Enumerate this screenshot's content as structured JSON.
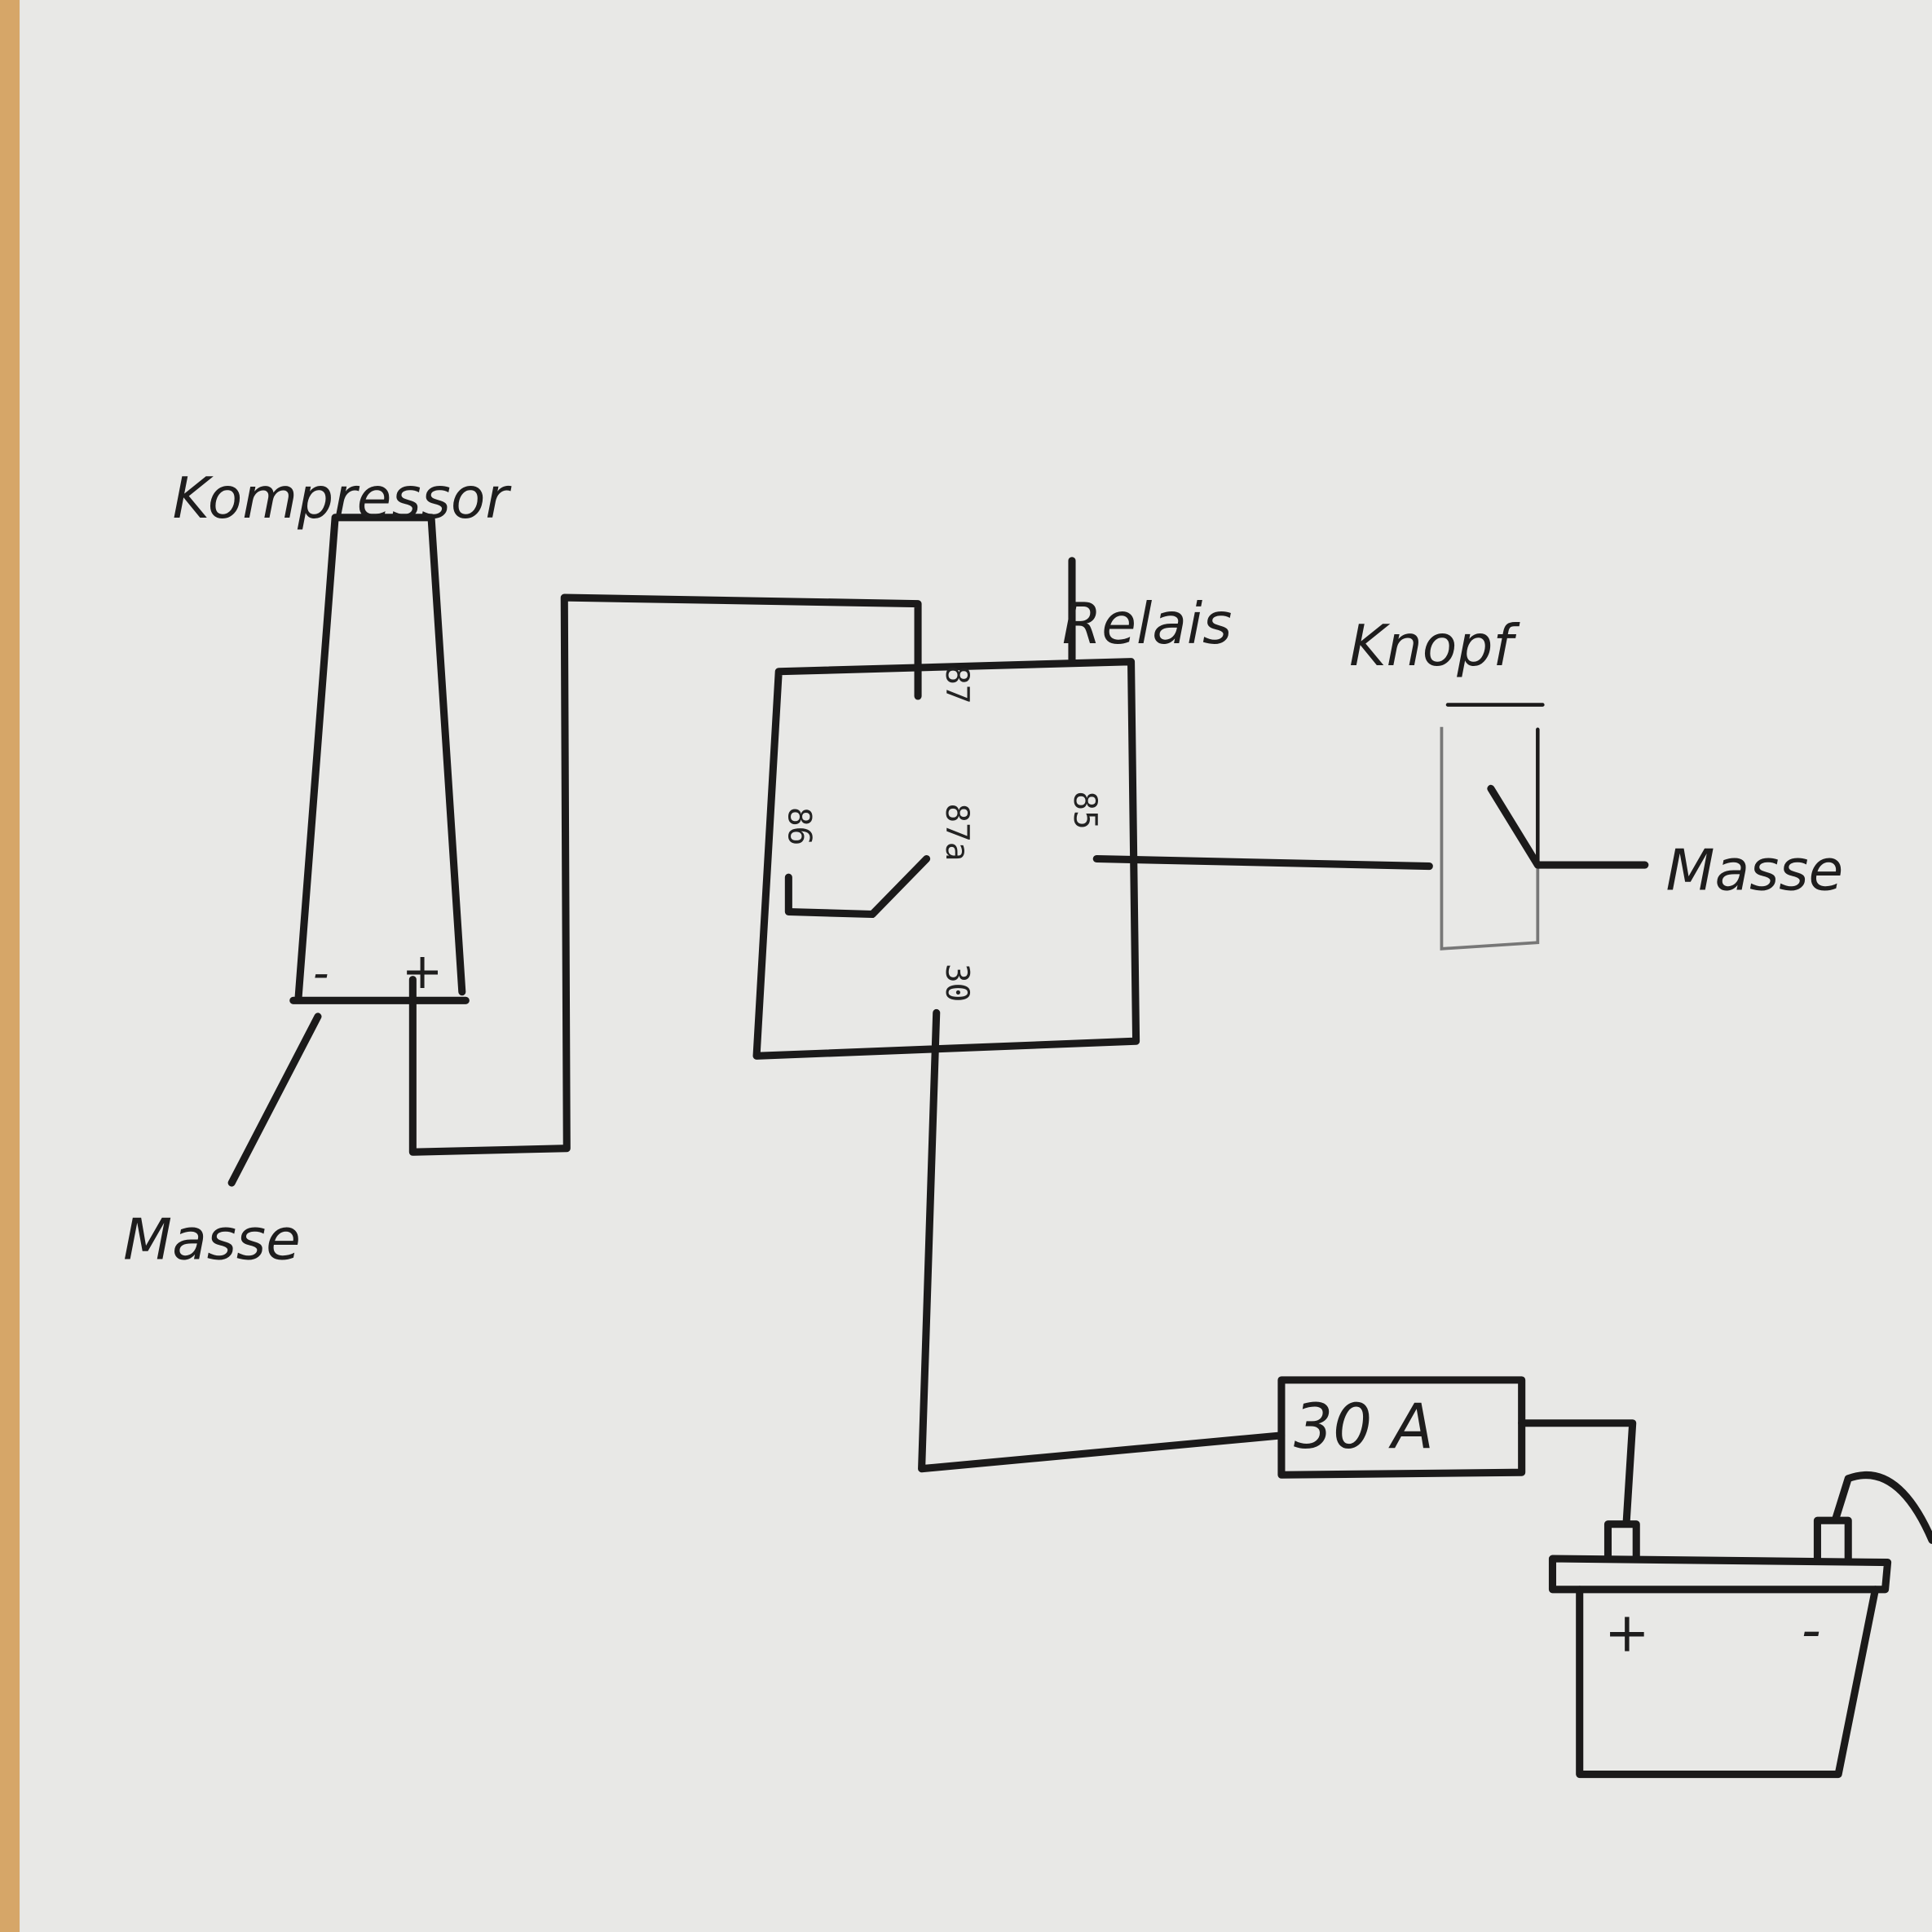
{
  "diagram": {
    "compressor": {
      "label": "Kompressor",
      "minus": "-",
      "plus": "+"
    },
    "ground_left": {
      "label": "Masse"
    },
    "relay": {
      "label": "Relais",
      "pins": {
        "p87": "87",
        "p86": "86",
        "p87a": "87a",
        "p85": "85",
        "p30": "30"
      }
    },
    "button": {
      "label": "Knopf"
    },
    "ground_right": {
      "label": "Masse"
    },
    "fuse": {
      "label": "30 A"
    },
    "battery": {
      "plus": "+",
      "minus": "-"
    }
  },
  "colors": {
    "paper": "#e8e8e6",
    "ink": "#1b1a1a",
    "desk": "#d6a668"
  }
}
